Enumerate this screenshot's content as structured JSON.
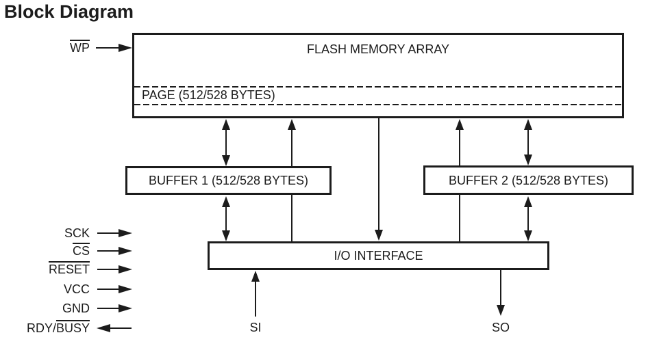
{
  "title": "Block Diagram",
  "colors": {
    "ink": "#1c1c1c",
    "background": "#ffffff"
  },
  "blocks": {
    "flash_memory_array": {
      "label": "FLASH MEMORY ARRAY"
    },
    "page": {
      "label": "PAGE (512/528 BYTES)"
    },
    "buffer1": {
      "label": "BUFFER 1 (512/528 BYTES)"
    },
    "buffer2": {
      "label": "BUFFER 2 (512/528 BYTES)"
    },
    "io_interface": {
      "label": "I/O INTERFACE"
    }
  },
  "pins": {
    "wp": {
      "plain": "",
      "over": "WP",
      "direction": "input"
    },
    "left": [
      {
        "plain": "SCK",
        "over": "",
        "direction": "input"
      },
      {
        "plain": "",
        "over": "CS",
        "direction": "input"
      },
      {
        "plain": "",
        "over": "RESET",
        "direction": "input"
      },
      {
        "plain": "VCC",
        "over": "",
        "direction": "input"
      },
      {
        "plain": "GND",
        "over": "",
        "direction": "input"
      },
      {
        "plain": "RDY/",
        "over": "BUSY",
        "direction": "output"
      }
    ],
    "si": {
      "plain": "SI",
      "over": "",
      "direction": "input"
    },
    "so": {
      "plain": "SO",
      "over": "",
      "direction": "output"
    }
  }
}
